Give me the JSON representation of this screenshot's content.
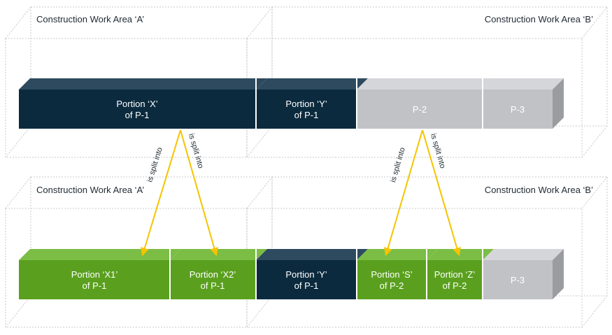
{
  "colors": {
    "navy_front": "#0b2a3e",
    "navy_top": "#2e4a5e",
    "grey_front": "#c0c2c6",
    "grey_top": "#d4d6d9",
    "grey_side": "#9a9ca0",
    "green_front": "#5aa01e",
    "green_top": "#7bbd45",
    "arrow": "#f5c400",
    "text_dark": "#1f2a33",
    "text_light": "#ffffff"
  },
  "top": {
    "area_a_label": "Construction Work Area ‘A’",
    "area_b_label": "Construction Work Area ‘B’",
    "blocks": [
      {
        "id": "x",
        "line1": "Portion ‘X’",
        "line2": "of P-1"
      },
      {
        "id": "y",
        "line1": "Portion ‘Y’",
        "line2": "of P-1"
      },
      {
        "id": "p2",
        "line1": "P-2",
        "line2": ""
      },
      {
        "id": "p3",
        "line1": "P-3",
        "line2": ""
      }
    ]
  },
  "bottom": {
    "area_a_label": "Construction Work Area ‘A’",
    "area_b_label": "Construction Work Area ‘B’",
    "blocks": [
      {
        "id": "x1",
        "line1": "Portion ‘X1’",
        "line2": "of P-1"
      },
      {
        "id": "x2",
        "line1": "Portion ‘X2’",
        "line2": "of P-1"
      },
      {
        "id": "y",
        "line1": "Portion ‘Y’",
        "line2": "of P-1"
      },
      {
        "id": "s",
        "line1": "Portion ‘S’",
        "line2": "of P-2"
      },
      {
        "id": "z",
        "line1": "Portion ‘Z’",
        "line2": "of P-2"
      },
      {
        "id": "p3",
        "line1": "P-3",
        "line2": ""
      }
    ]
  },
  "arrows": {
    "label": "is split into"
  }
}
